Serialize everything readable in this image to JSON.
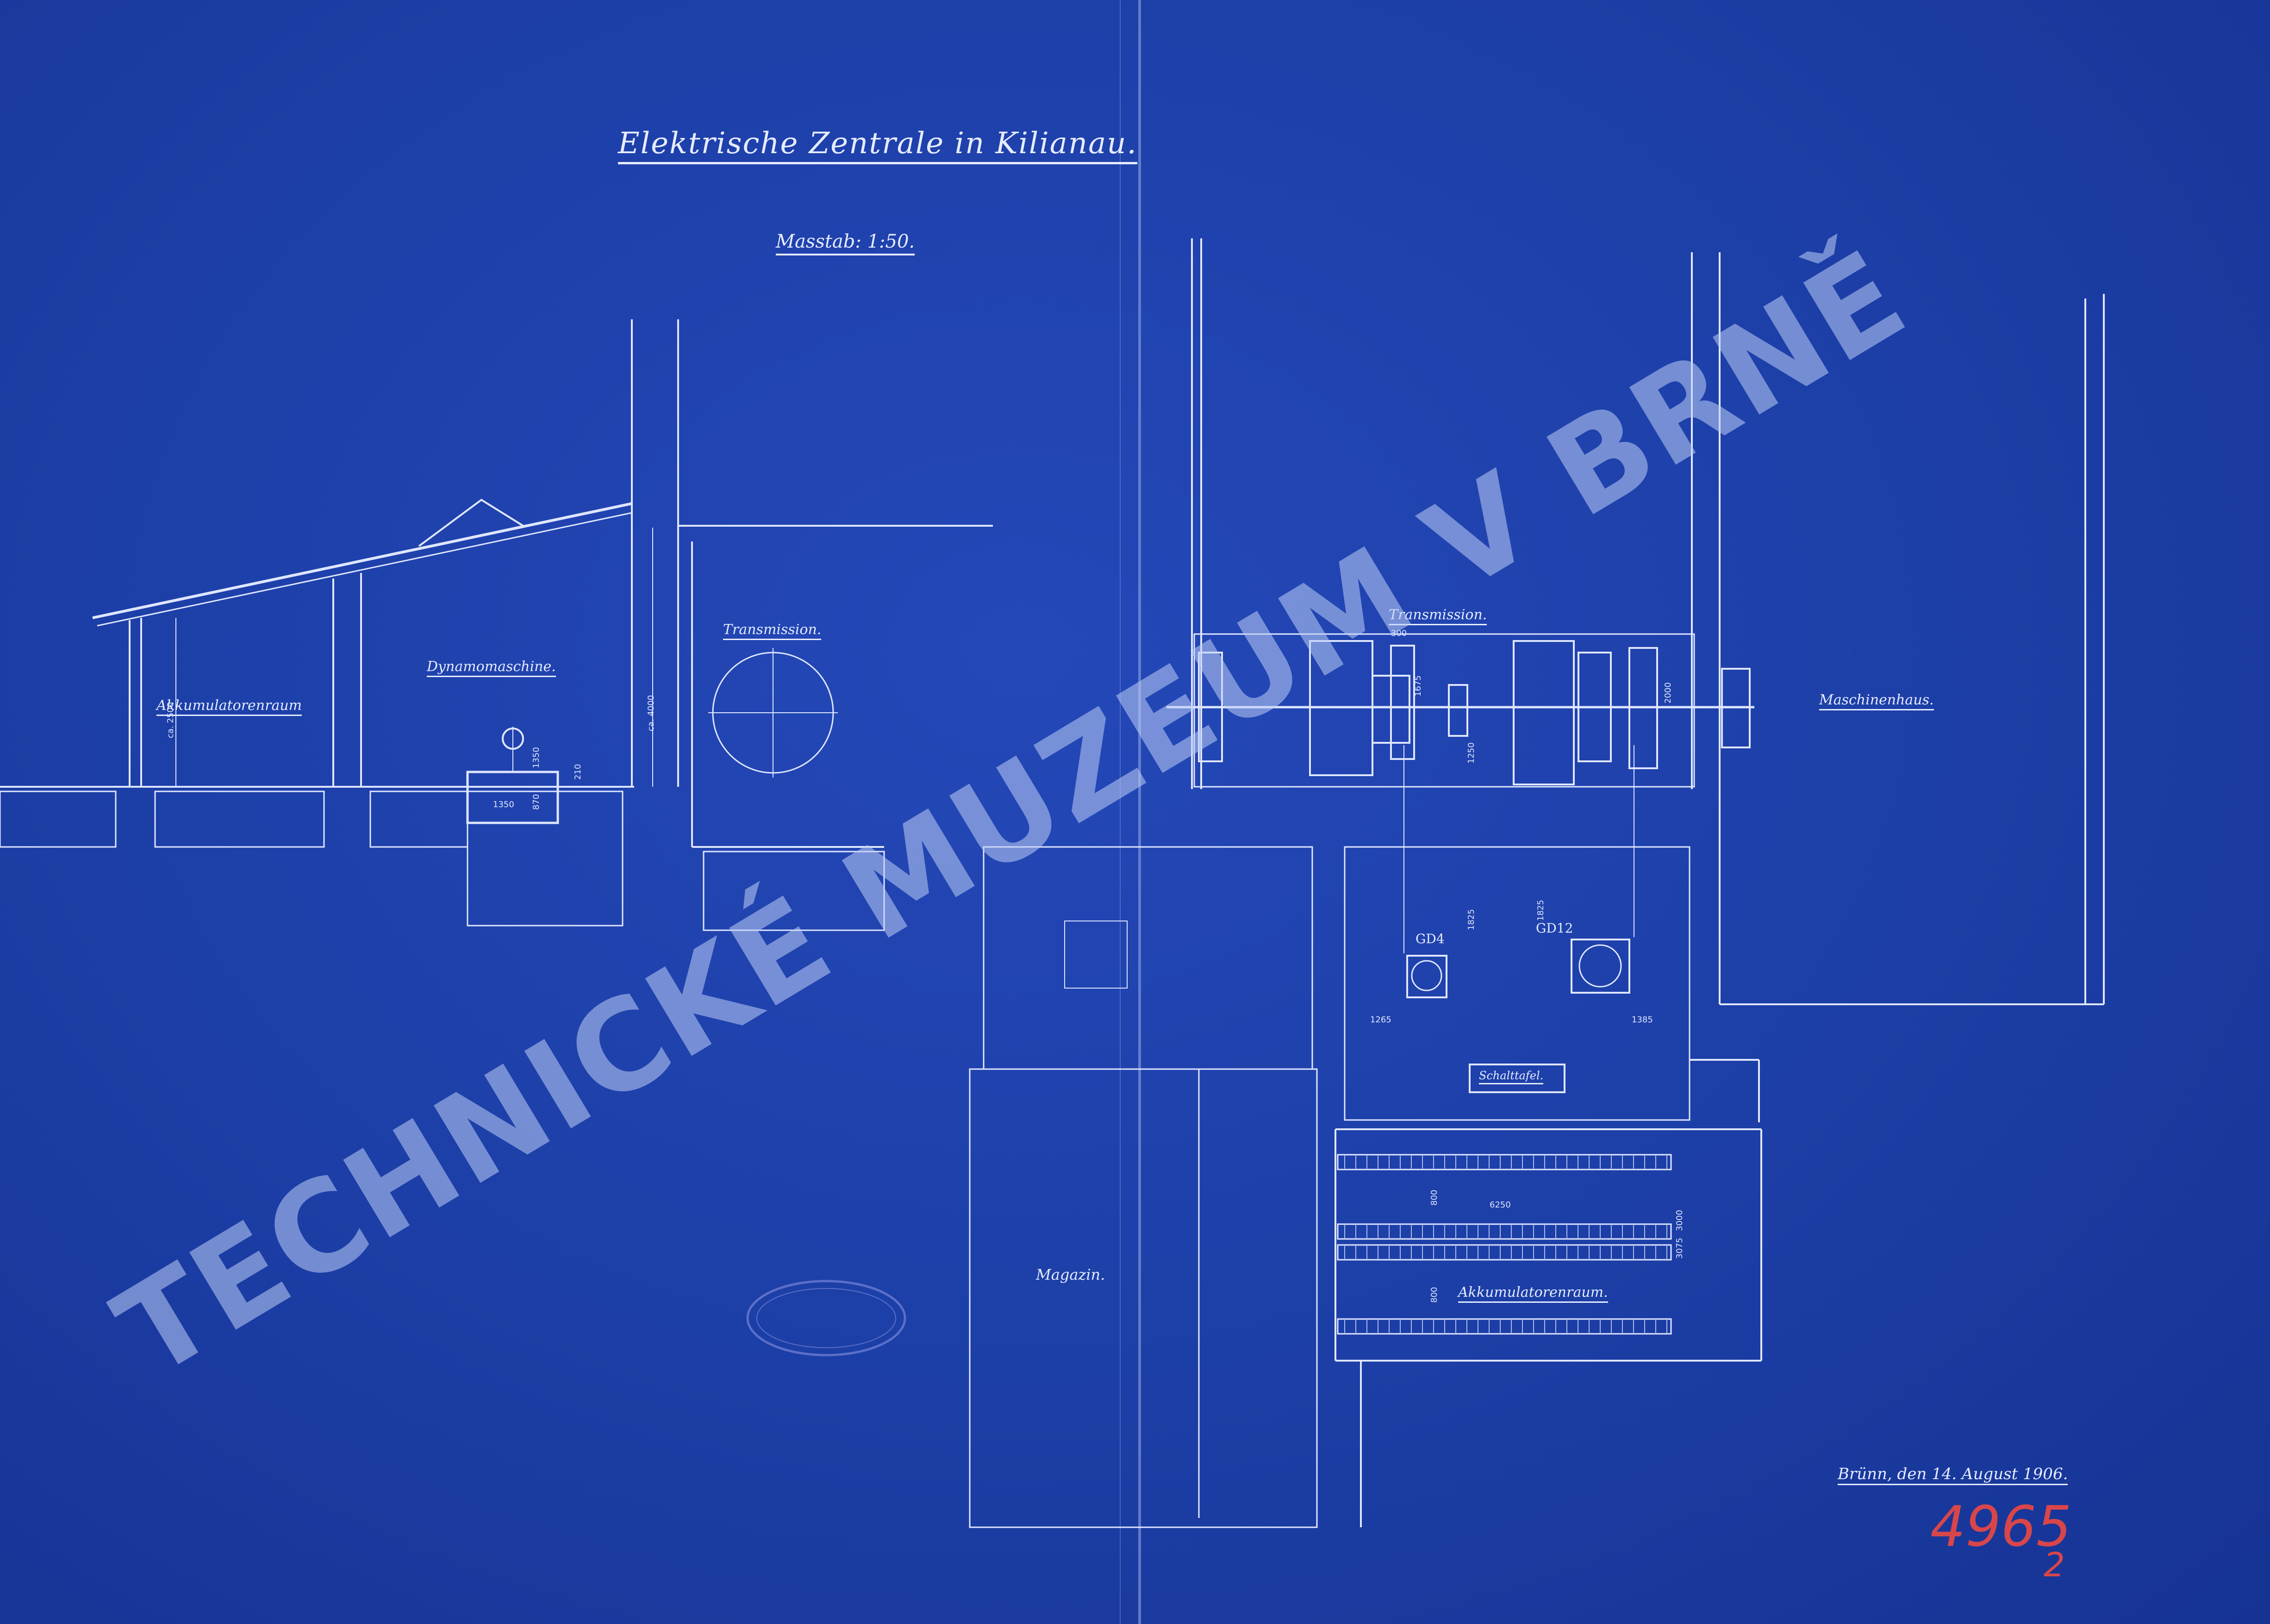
{
  "title": "Elektrische Zentrale in Kilianau.",
  "scale": "Masstab: 1:50.",
  "section_labels": {
    "accumulator_room_section": "Akkumulatorenraum",
    "dynamo": "Dynamomaschine.",
    "transmission_section": "Transmission.",
    "transmission_plan": "Transmission.",
    "machine_house": "Maschinenhaus.",
    "switchboard": "Schalttafel.",
    "accumulator_room_plan": "Akkumulatorenraum.",
    "magazine": "Magazin."
  },
  "machines": {
    "gd_left": "GD4",
    "gd_right": "GD12"
  },
  "dimensions": {
    "d_2500": "ca. 2500",
    "d_4000": "ca. 4000",
    "d_1350": "1350",
    "d_870": "870",
    "d_1350b": "1350",
    "d_210": "210",
    "d_300": "300",
    "d_1675": "1675",
    "d_1250": "1250",
    "d_2000": "2000",
    "d_1825a": "1825",
    "d_1825b": "1825",
    "d_1265": "1265",
    "d_1385": "1385",
    "d_6250": "6250",
    "d_3000": "3000",
    "d_3075": "3075",
    "d_800a": "800",
    "d_800b": "800"
  },
  "date_line": "Brünn, den 14. August 1906.",
  "watermark": "TECHNICKÉ MUZEUM V BRNĚ",
  "catalog_number": "4965",
  "catalog_sub": "2",
  "colors": {
    "paper": "#1d3fa6",
    "line": "#e6ecff",
    "watermark": "#becdf5",
    "catalog_ink": "#d9464a"
  }
}
